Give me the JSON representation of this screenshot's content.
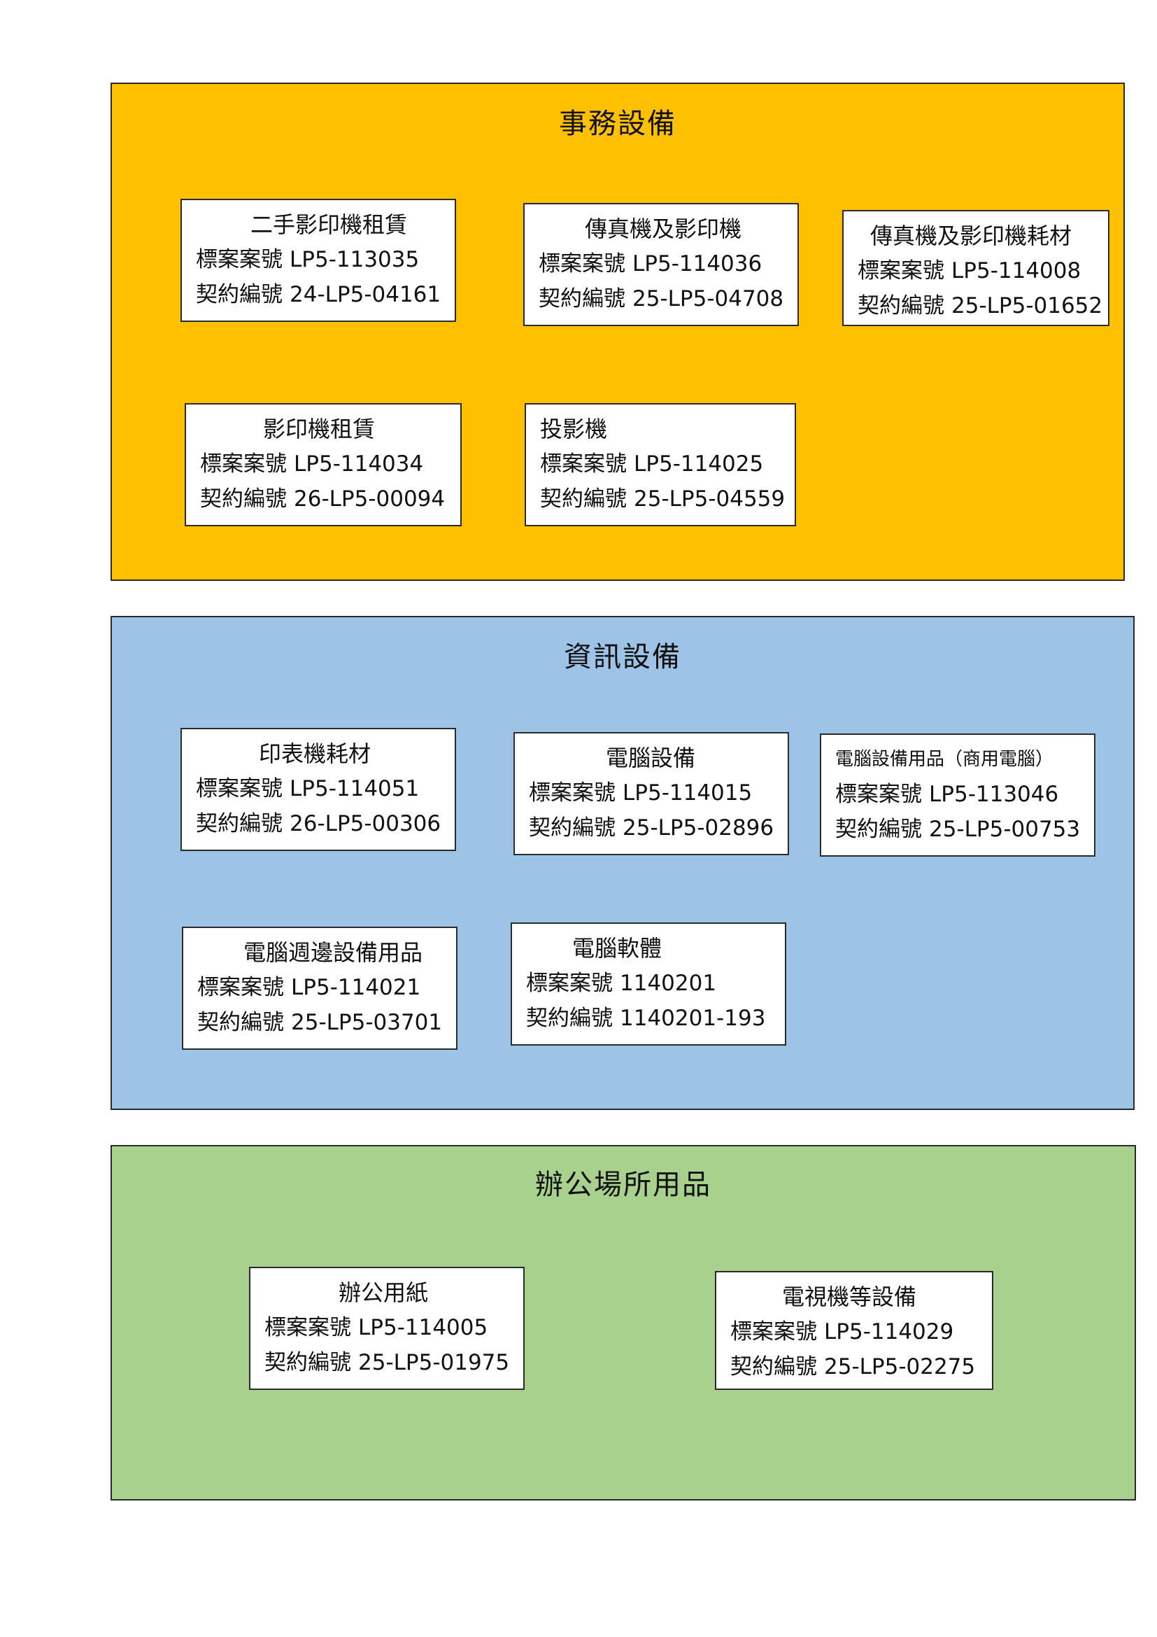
{
  "colors": {
    "office_equipment": "#FFC000",
    "it_equipment": "#9DC3E6",
    "office_supplies": "#A9D18E"
  },
  "labels": {
    "case_no": "標案案號",
    "contract_no": "契約編號"
  },
  "sections": [
    {
      "title": "事務設備",
      "items": [
        {
          "name": "二手影印機租賃",
          "case_no": "LP5-113035",
          "contract_no": "24-LP5-04161"
        },
        {
          "name": "傳真機及影印機",
          "case_no": "LP5-114036",
          "contract_no": "25-LP5-04708"
        },
        {
          "name": "傳真機及影印機耗材",
          "case_no": "LP5-114008",
          "contract_no": "25-LP5-01652"
        },
        {
          "name": "影印機租賃",
          "case_no": "LP5-114034",
          "contract_no": "26-LP5-00094"
        },
        {
          "name": "投影機",
          "case_no": "LP5-114025",
          "contract_no": "25-LP5-04559"
        }
      ]
    },
    {
      "title": "資訊設備",
      "items": [
        {
          "name": "印表機耗材",
          "case_no": "LP5-114051",
          "contract_no": "26-LP5-00306"
        },
        {
          "name": "電腦設備",
          "case_no": "LP5-114015",
          "contract_no": "25-LP5-02896"
        },
        {
          "name": "電腦設備用品（商用電腦）",
          "case_no": "LP5-113046",
          "contract_no": "25-LP5-00753"
        },
        {
          "name": "電腦週邊設備用品",
          "case_no": "LP5-114021",
          "contract_no": "25-LP5-03701"
        },
        {
          "name": "電腦軟體",
          "case_no": "1140201",
          "contract_no": "1140201-193"
        }
      ]
    },
    {
      "title": "辦公場所用品",
      "items": [
        {
          "name": "辦公用紙",
          "case_no": "LP5-114005",
          "contract_no": "25-LP5-01975"
        },
        {
          "name": "電視機等設備",
          "case_no": "LP5-114029",
          "contract_no": "25-LP5-02275"
        }
      ]
    }
  ]
}
